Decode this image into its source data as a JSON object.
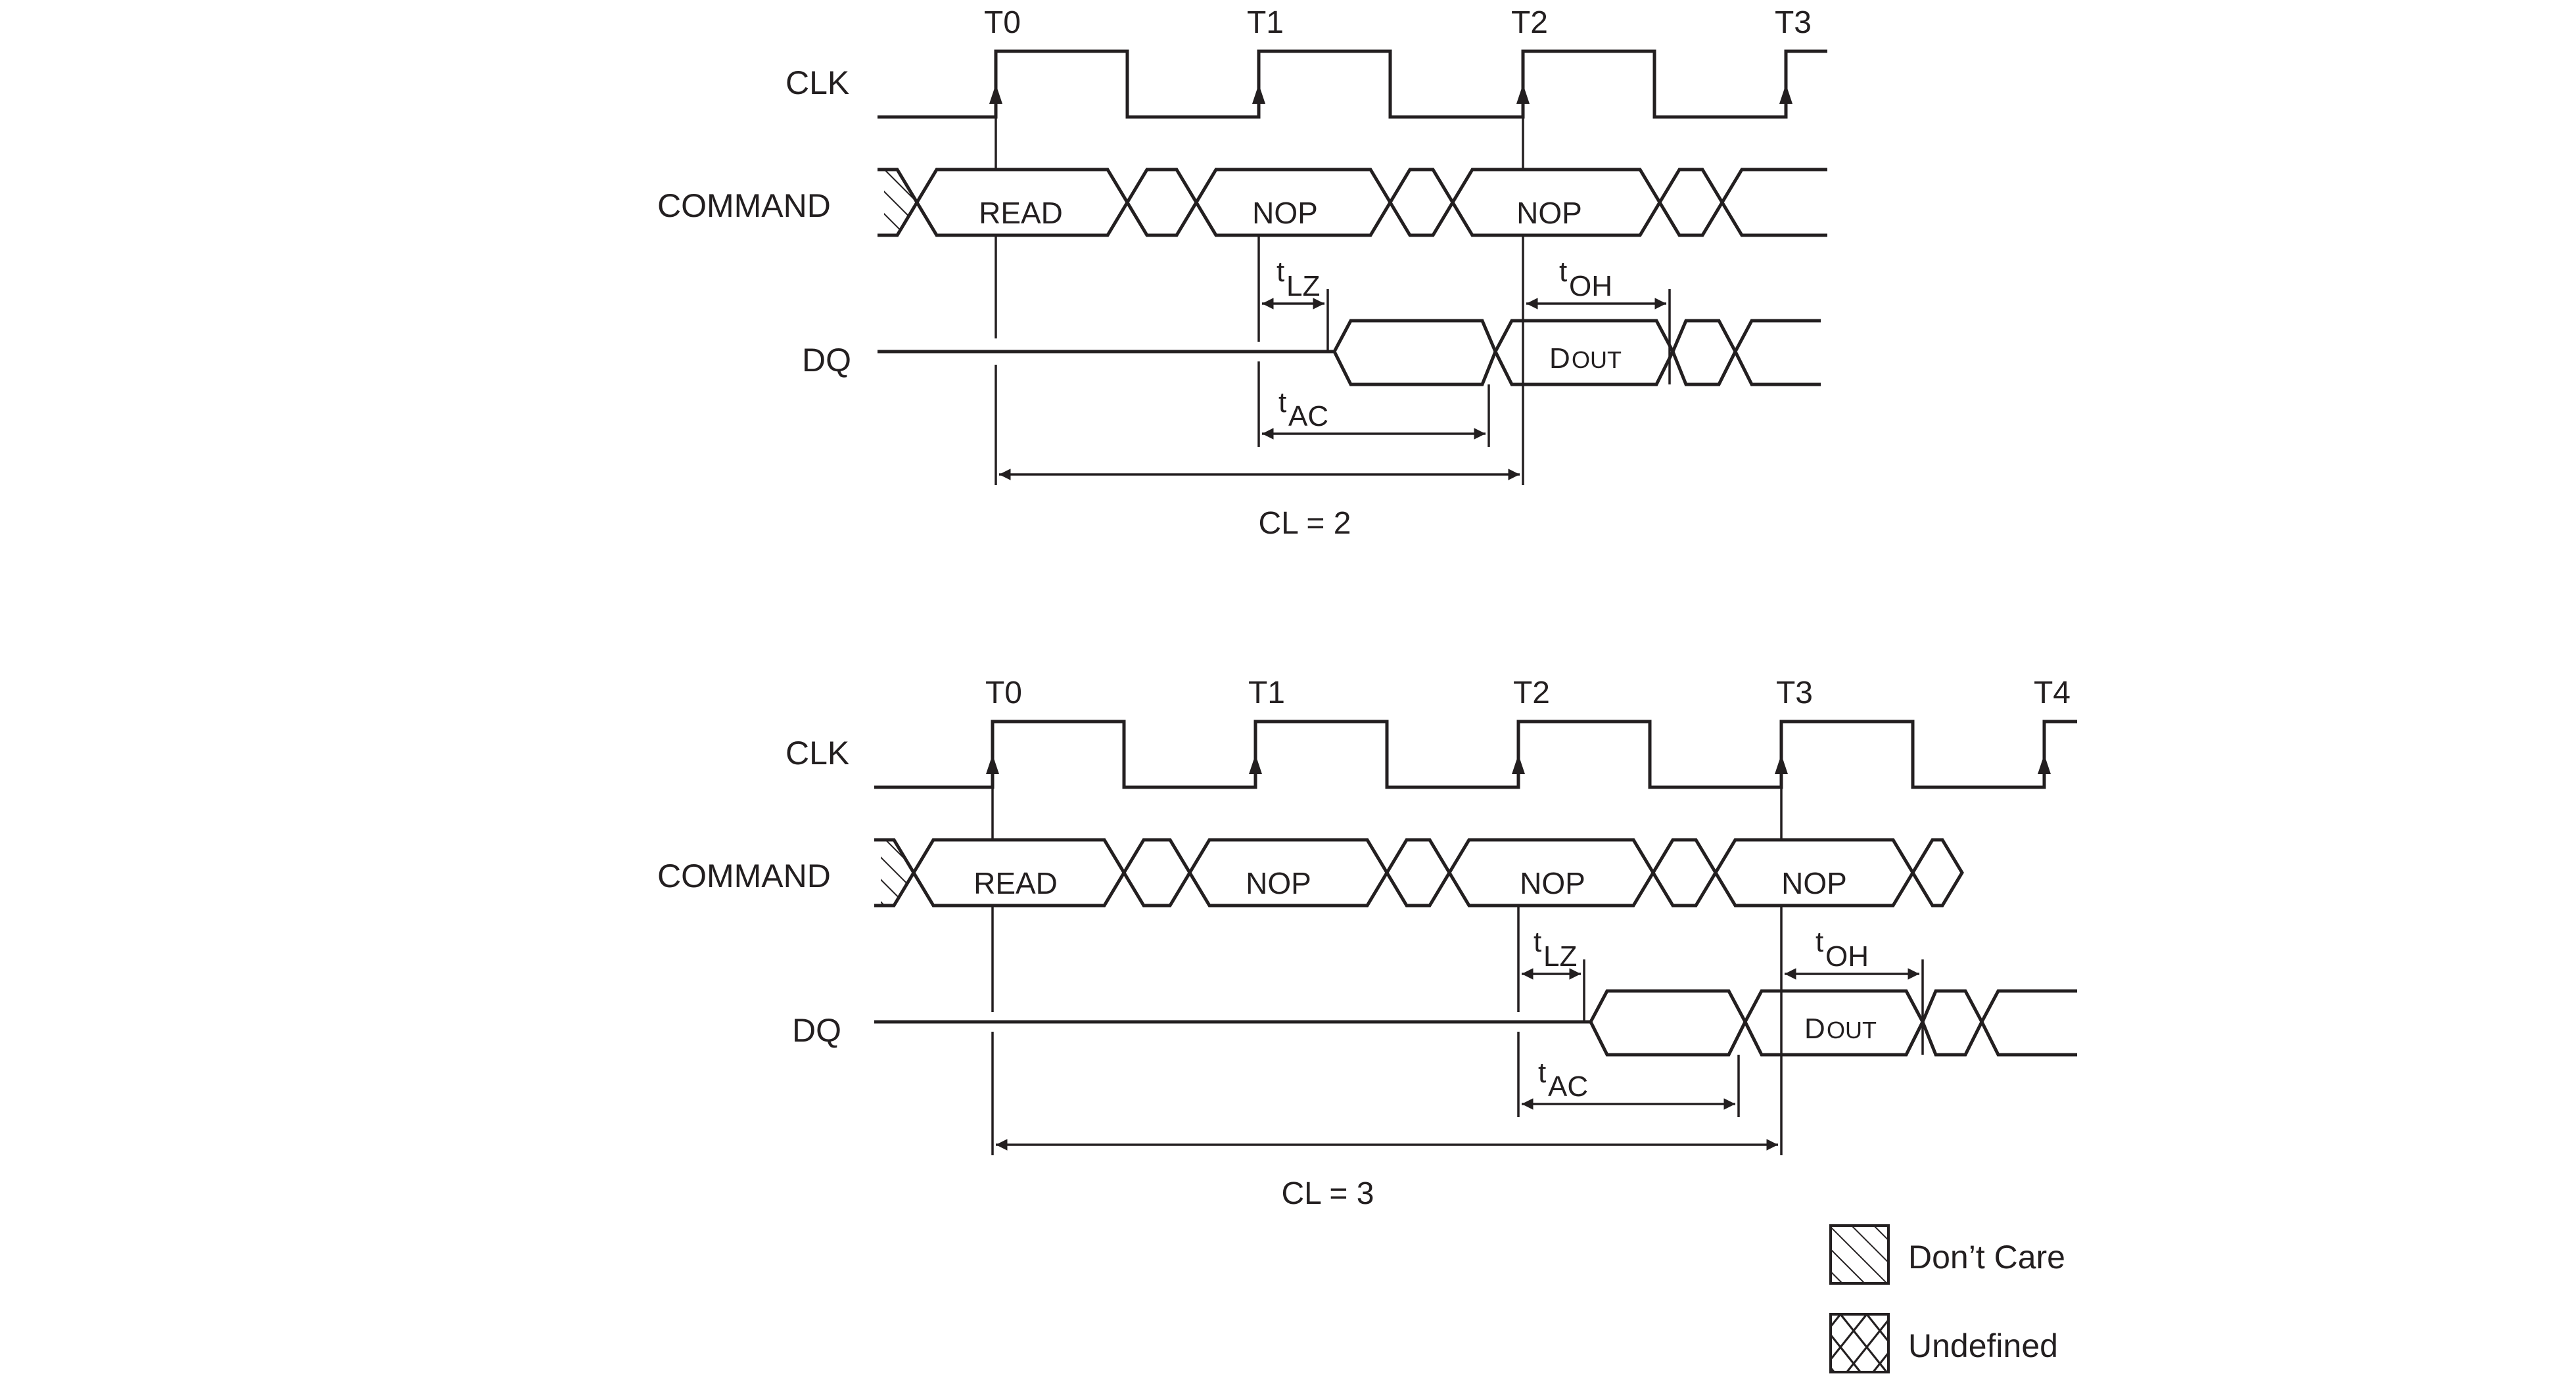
{
  "colors": {
    "dout_fill": "#c3c9e2",
    "line": "#231f20"
  },
  "diagrams": [
    {
      "ticks": [
        "T0",
        "T1",
        "T2",
        "T3"
      ],
      "signals": {
        "clk": "CLK",
        "command": "COMMAND",
        "dq": "DQ"
      },
      "commands": [
        "READ",
        "NOP",
        "NOP"
      ],
      "timing": {
        "tlz_t": "t",
        "tlz_sub": "LZ",
        "toh_t": "t",
        "toh_sub": "OH",
        "tac_t": "t",
        "tac_sub": "AC"
      },
      "dout": {
        "d": "D",
        "out": "OUT"
      },
      "latency": "CL = 2"
    },
    {
      "ticks": [
        "T0",
        "T1",
        "T2",
        "T3",
        "T4"
      ],
      "signals": {
        "clk": "CLK",
        "command": "COMMAND",
        "dq": "DQ"
      },
      "commands": [
        "READ",
        "NOP",
        "NOP",
        "NOP"
      ],
      "timing": {
        "tlz_t": "t",
        "tlz_sub": "LZ",
        "toh_t": "t",
        "toh_sub": "OH",
        "tac_t": "t",
        "tac_sub": "AC"
      },
      "dout": {
        "d": "D",
        "out": "OUT"
      },
      "latency": "CL = 3"
    }
  ],
  "legend": {
    "dont_care": "Don’t Care",
    "undefined": "Undefined"
  }
}
